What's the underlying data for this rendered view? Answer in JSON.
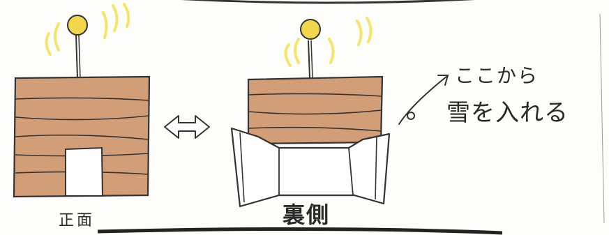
{
  "labels": {
    "front": "正面",
    "back": "裏側"
  },
  "note": {
    "line1": "ここから",
    "line2": "雪を入れる"
  },
  "colors": {
    "wood": "#c8895a",
    "light": "#f2d64b",
    "glow": "#f5e56a",
    "pencil": "#2a2a2a"
  },
  "icons": {
    "swap": "double-arrow-icon",
    "pointer": "curved-arrow-icon",
    "light": "lamp-icon"
  }
}
